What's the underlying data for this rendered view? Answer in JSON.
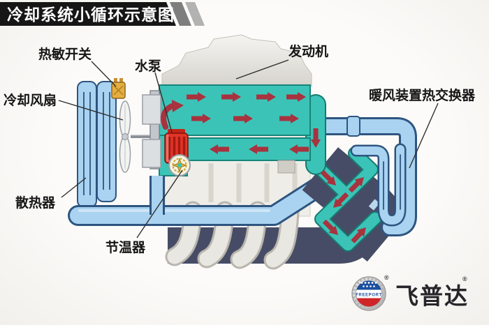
{
  "title": "冷却系统小循环示意图",
  "labels": {
    "thermal_switch": "热敏开关",
    "water_pump": "水泵",
    "engine": "发动机",
    "cooling_fan": "冷却风扇",
    "heater_heat_exchanger": "暖风装置热交换器",
    "radiator": "散热器",
    "thermostat": "节温器"
  },
  "logo": {
    "badge_text": "FREEPORT",
    "brand_name": "飞普达",
    "registered_mark": "®"
  },
  "colors": {
    "coolant_teal": "#3cc3b7",
    "coolant_teal_outline": "#157a70",
    "pipe_blue": "#a9d3f0",
    "pipe_outline": "#2e5580",
    "flow_arrow_red": "#a8323e",
    "pump_red": "#e23428",
    "manifold_slate": "#474c66",
    "thermal_switch_yellow": "#e6ae3e",
    "banner_black": "#161616",
    "logo_blue": "#1b4f9f",
    "logo_red": "#cf2428"
  }
}
